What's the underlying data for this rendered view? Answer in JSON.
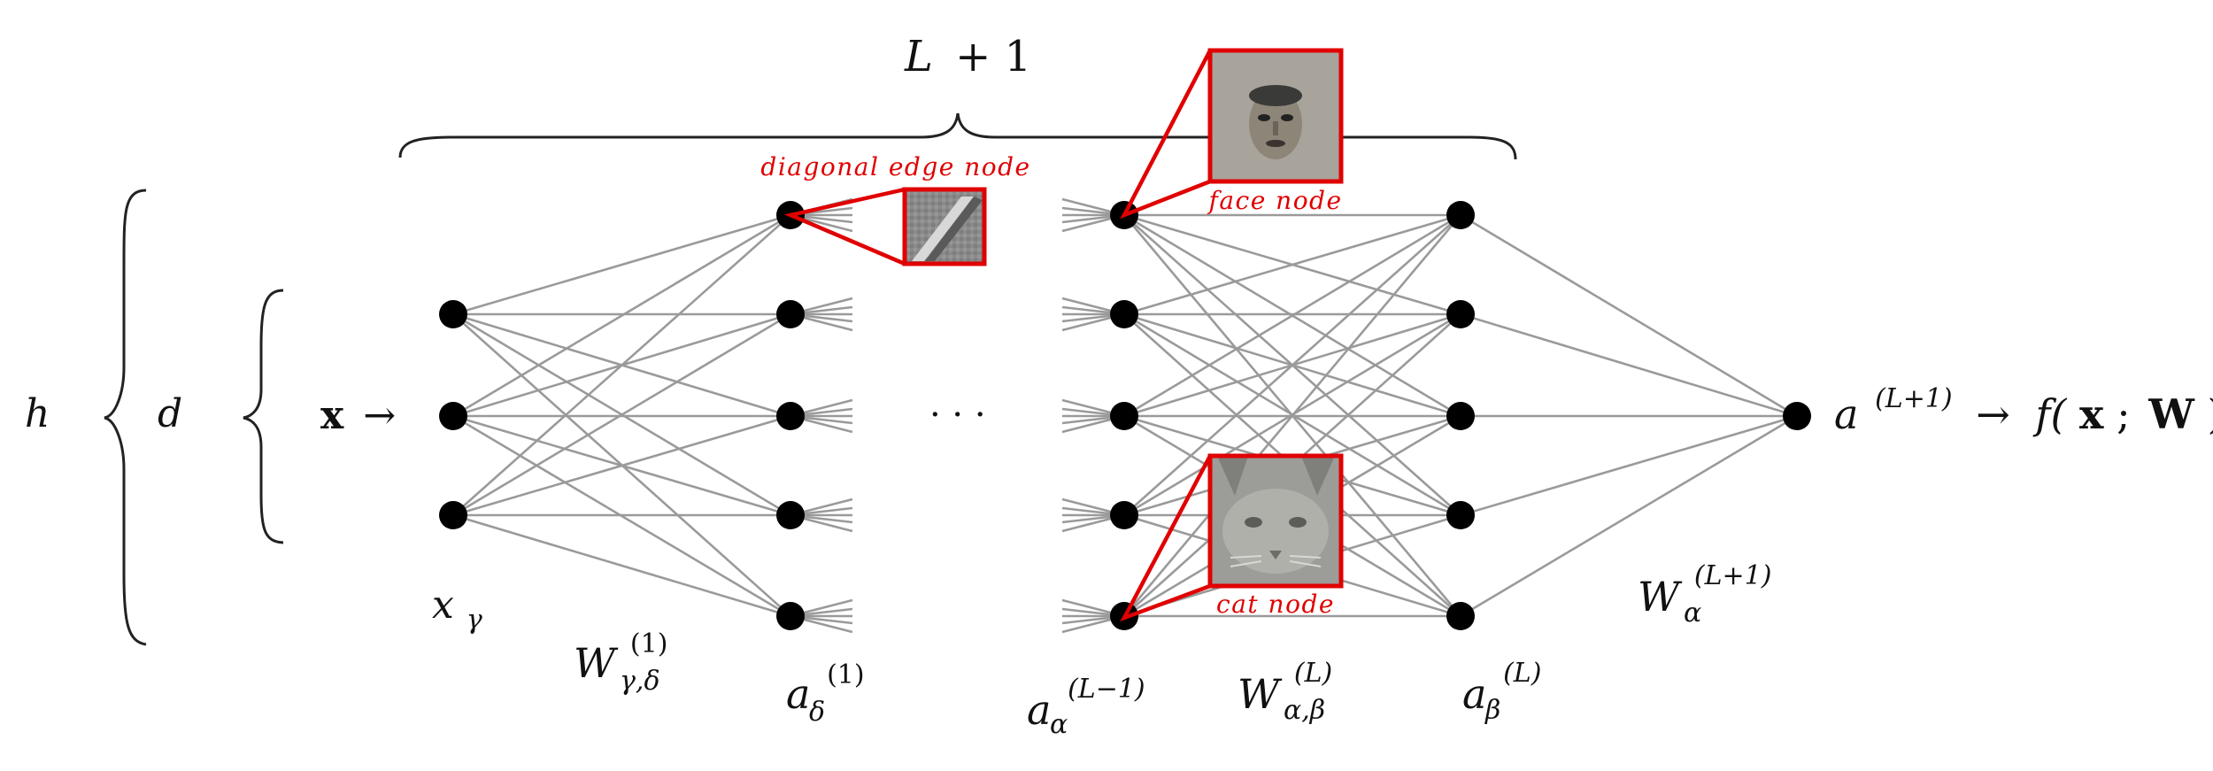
{
  "labels": {
    "h": "h",
    "d": "d",
    "L": "L",
    "plus_one": "+ 1",
    "x_bold": "x",
    "arrow": "→",
    "x_gamma_base": "x",
    "x_gamma_sub": "γ",
    "W1_base": "W",
    "W1_sup": "(1)",
    "W1_sub": "γ,δ",
    "a1_base": "a",
    "a1_sup": "(1)",
    "a1_sub": "δ",
    "ellipsis": "· · ·",
    "aLm1_base": "a",
    "aLm1_sup": "(L−1)",
    "aLm1_sub": "α",
    "WL_base": "W",
    "WL_sup": "(L)",
    "WL_sub": "α,β",
    "aL_base": "a",
    "aL_sup": "(L)",
    "aL_sub": "β",
    "WL1_base": "W",
    "WL1_sup": "(L+1)",
    "WL1_sub": "α",
    "out_base": "a",
    "out_sup": "(L+1)",
    "out_arrow": "→",
    "f_open": "f(",
    "f_x": "x",
    "f_semi": ";",
    "f_W": "W",
    "f_close": ")"
  },
  "annotations": {
    "diagonal_edge": "diagonal edge node",
    "face": "face node",
    "cat": "cat node"
  },
  "colors": {
    "node": "#000000",
    "edge": "#9a9a9a",
    "highlight": "#e00000",
    "text": "#111111"
  }
}
